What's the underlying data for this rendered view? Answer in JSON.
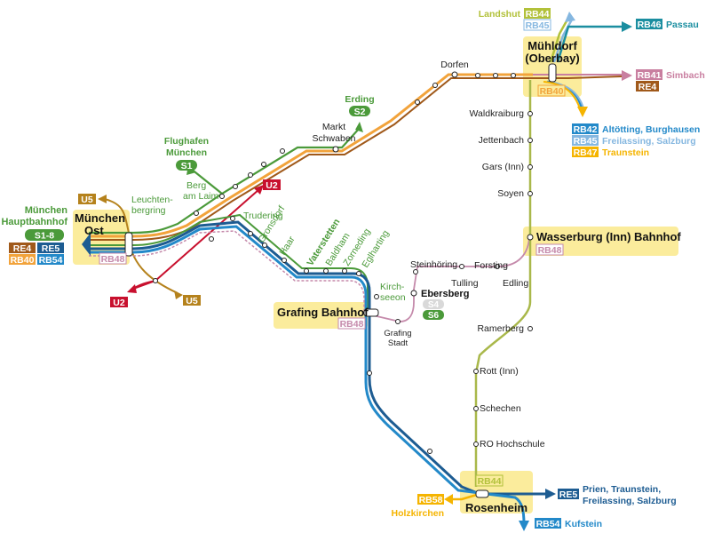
{
  "colors": {
    "s1_green": "#4b9a3a",
    "rb_orange": "#e0962e",
    "rb_brown": "#a0591a",
    "re_blue": "#1d5c92",
    "rb_blue": "#2389c9",
    "rb40_orange": "#f2a33b",
    "rb48_pink": "#c58aab",
    "olive": "#a9b84a",
    "u2_red": "#c8102e",
    "u5_gold": "#b5821c",
    "rb44_lime": "#b2c13a",
    "rb45_lightblue": "#85b7e0",
    "rb46_teal": "#1b8ea0",
    "rb41_pink": "#c97fa0",
    "rb58_yellow": "#f5b400",
    "hub_highlight": "#fbec9c"
  },
  "hubs": {
    "muenchen_ost": "München\nOst",
    "muehldorf": "Mühldorf\n(Oberbay)",
    "wasserburg": "Wasserburg (Inn) Bahnhof",
    "grafing": "Grafing Bahnhof",
    "rosenheim": "Rosenheim"
  },
  "hbf": {
    "name": "München\nHauptbahnhof",
    "line": "S1-8",
    "lines": [
      "RE4",
      "RE5",
      "RB40",
      "RB54"
    ]
  },
  "airport": {
    "name": "Flughafen\nMünchen",
    "line": "S1"
  },
  "erding": {
    "name": "Erding",
    "line": "S2"
  },
  "ebersberg": {
    "name": "Ebersberg",
    "lines": [
      "S4",
      "S6"
    ]
  },
  "badges": {
    "rb48": "RB48",
    "rb40": "RB40",
    "rb44": "RB44",
    "rb45": "RB45",
    "rb46": "RB46",
    "rb41": "RB41",
    "re4": "RE4",
    "re5": "RE5",
    "rb42": "RB42",
    "rb47": "RB47",
    "rb54": "RB54",
    "rb58": "RB58",
    "u2": "U2",
    "u5": "U5"
  },
  "destinations": {
    "landshut": "Landshut",
    "passau": "Passau",
    "simbach": "Simbach",
    "altoetting": "Altötting, Burghausen",
    "freilassing": "Freilassing, Salzburg",
    "traunstein": "Traunstein",
    "prien": "Prien, Traunstein,\nFreilassing, Salzburg",
    "kufstein": "Kufstein",
    "holzkirchen": "Holzkirchen"
  },
  "stations": {
    "leuchtenbergring": "Leuchten-\nbergring",
    "berg_am_laim": "Berg\nam Laim",
    "trudering": "Trudering",
    "gronsdorf": "Gronsdorf",
    "haar": "Haar",
    "vaterstetten": "Vaterstetten",
    "baldham": "Baldham",
    "zorneding": "Zorneding",
    "eglharting": "Eglharting",
    "kirchseeon": "Kirch-\nseeon",
    "grafing_stadt": "Grafing\nStadt",
    "markt_schwaben": "Markt\nSchwaben",
    "dorfen": "Dorfen",
    "waldkraiburg": "Waldkraiburg",
    "jettenbach": "Jettenbach",
    "gars": "Gars (Inn)",
    "soyen": "Soyen",
    "steinhoering": "Steinhöring",
    "forsting": "Forsting",
    "tulling": "Tulling",
    "edling": "Edling",
    "ramerberg": "Ramerberg",
    "rott": "Rott (Inn)",
    "schechen": "Schechen",
    "ro_hochschule": "RO Hochschule"
  }
}
